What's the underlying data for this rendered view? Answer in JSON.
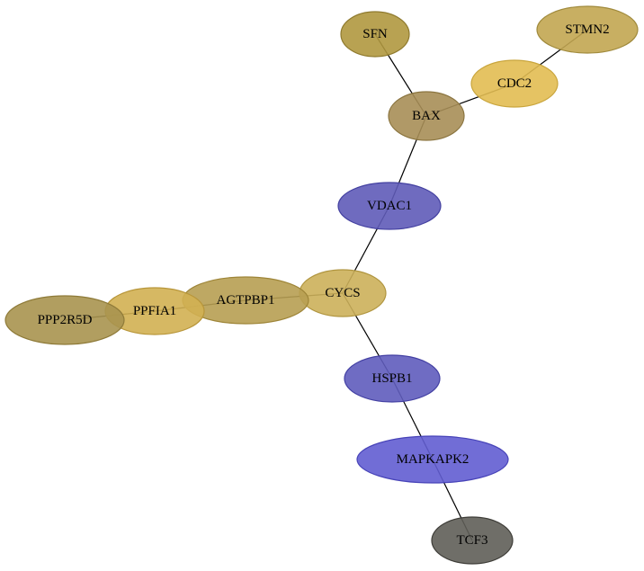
{
  "graph": {
    "nodes": [
      {
        "id": "SFN",
        "label": "SFN",
        "fill": "#B0983F",
        "stroke": "#8F7A2E"
      },
      {
        "id": "STMN2",
        "label": "STMN2",
        "fill": "#C2A651",
        "stroke": "#A08A3C"
      },
      {
        "id": "CDC2",
        "label": "CDC2",
        "fill": "#E2BD52",
        "stroke": "#C9A53C"
      },
      {
        "id": "BAX",
        "label": "BAX",
        "fill": "#A78E57",
        "stroke": "#8B7540"
      },
      {
        "id": "VDAC1",
        "label": "VDAC1",
        "fill": "#5F5BB8",
        "stroke": "#4340A0"
      },
      {
        "id": "CYCS",
        "label": "CYCS",
        "fill": "#CCB05A",
        "stroke": "#B0953F"
      },
      {
        "id": "AGTPBP1",
        "label": "AGTPBP1",
        "fill": "#B79F52",
        "stroke": "#9E8538"
      },
      {
        "id": "PPFIA1",
        "label": "PPFIA1",
        "fill": "#D2B052",
        "stroke": "#B8963A"
      },
      {
        "id": "PPP2R5D",
        "label": "PPP2R5D",
        "fill": "#A8944F",
        "stroke": "#8E7A38"
      },
      {
        "id": "HSPB1",
        "label": "HSPB1",
        "fill": "#5F5CBC",
        "stroke": "#4340A3"
      },
      {
        "id": "MAPKAPK2",
        "label": "MAPKAPK2",
        "fill": "#625DD2",
        "stroke": "#4743B8"
      },
      {
        "id": "TCF3",
        "label": "TCF3",
        "fill": "#5F5E58",
        "stroke": "#3E3D38"
      }
    ],
    "edges": [
      {
        "from": "SFN",
        "to": "BAX"
      },
      {
        "from": "STMN2",
        "to": "CDC2"
      },
      {
        "from": "CDC2",
        "to": "BAX"
      },
      {
        "from": "BAX",
        "to": "VDAC1"
      },
      {
        "from": "VDAC1",
        "to": "CYCS"
      },
      {
        "from": "CYCS",
        "to": "AGTPBP1"
      },
      {
        "from": "AGTPBP1",
        "to": "PPFIA1"
      },
      {
        "from": "PPFIA1",
        "to": "PPP2R5D"
      },
      {
        "from": "CYCS",
        "to": "HSPB1"
      },
      {
        "from": "HSPB1",
        "to": "MAPKAPK2"
      },
      {
        "from": "MAPKAPK2",
        "to": "TCF3"
      }
    ]
  }
}
